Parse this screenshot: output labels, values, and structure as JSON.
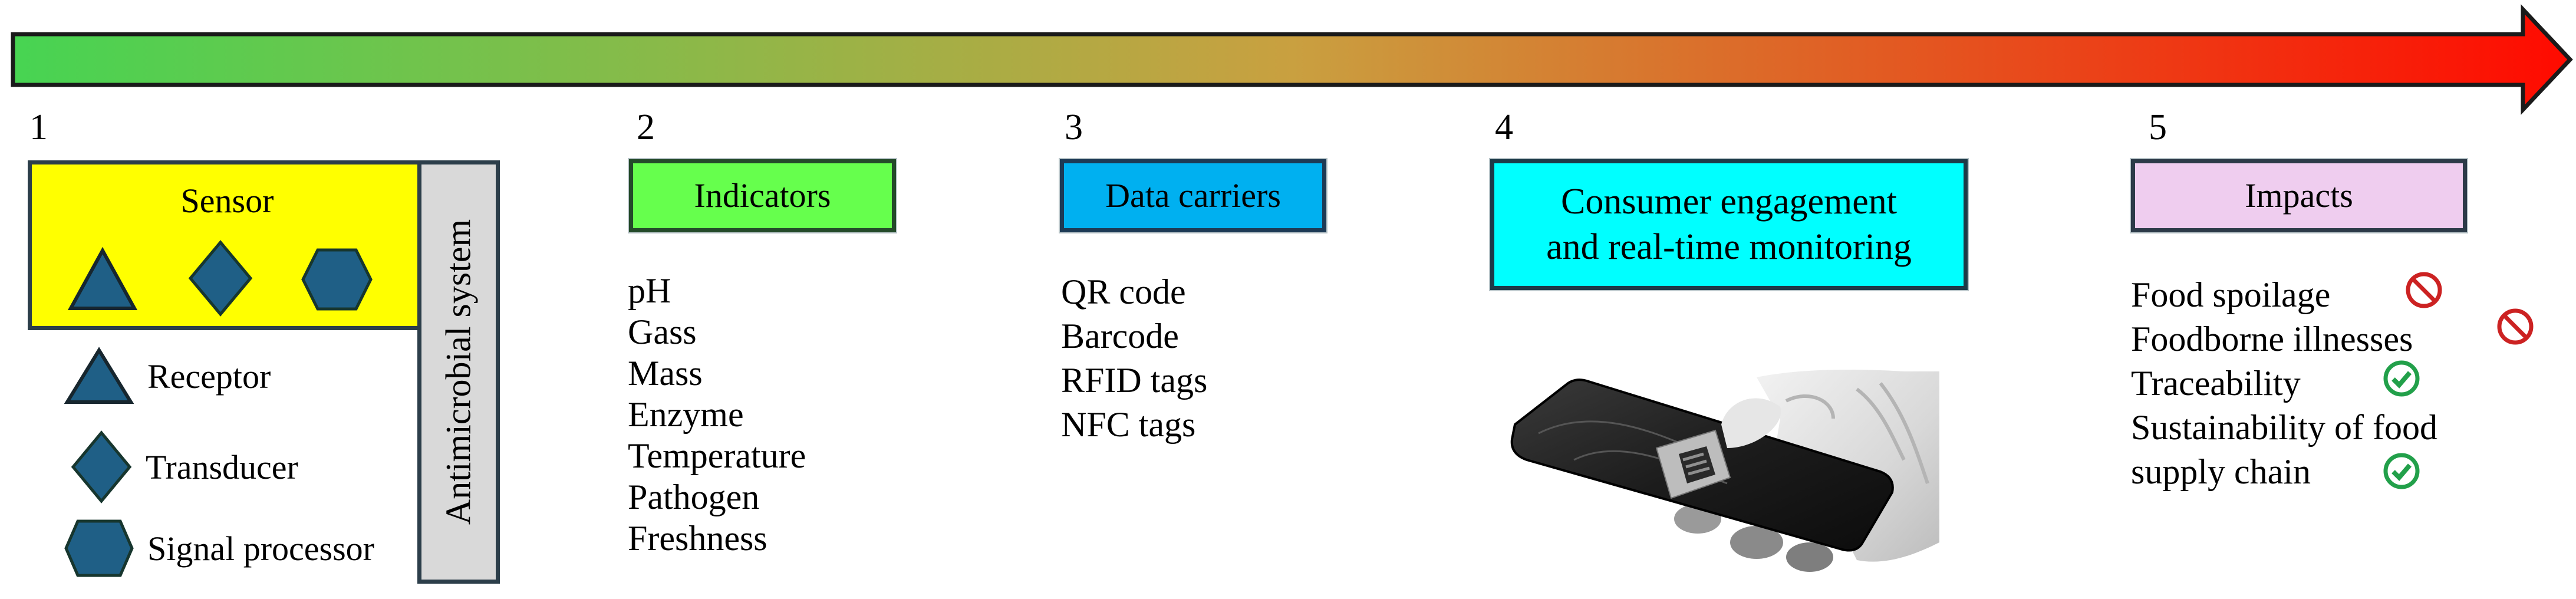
{
  "colors": {
    "arrow_start": "#47d452",
    "arrow_mid": "#c9a040",
    "arrow_end": "#ff0a00",
    "sensor_fill": "#ffff00",
    "shape_fill": "#1f5f86",
    "antimicrobial_fill": "#d9d9d9",
    "indicators_fill": "#66ff4d",
    "data_carriers_fill": "#00b0f0",
    "consumer_fill": "#00ffff",
    "impacts_fill": "#efcdef",
    "negative_icon": "#cc2222",
    "positive_icon": "#22a04a"
  },
  "timeline_arrow": {
    "icon": "gradient-arrow-right"
  },
  "stages": [
    {
      "number": "1",
      "title": "Sensor",
      "side_label": "Antimicrobial system",
      "sensor_shapes": [
        "triangle",
        "diamond",
        "hexagon"
      ],
      "legend": [
        {
          "shape": "triangle",
          "label": "Receptor"
        },
        {
          "shape": "diamond",
          "label": "Transducer"
        },
        {
          "shape": "hexagon",
          "label": "Signal processor"
        }
      ]
    },
    {
      "number": "2",
      "title": "Indicators",
      "items": [
        "pH",
        "Gass",
        "Mass",
        "Enzyme",
        "Temperature",
        "Pathogen",
        "Freshness"
      ]
    },
    {
      "number": "3",
      "title": "Data carriers",
      "items": [
        "QR code",
        "Barcode",
        "RFID tags",
        "NFC tags"
      ]
    },
    {
      "number": "4",
      "title_line1": "Consumer engagement",
      "title_line2": "and real-time monitoring",
      "image": "hand-scanning-qr-code-with-smartphone"
    },
    {
      "number": "5",
      "title": "Impacts",
      "items": [
        {
          "label": "Food spoilage",
          "status": "prohibited"
        },
        {
          "label": "Foodborne illnesses",
          "status": "prohibited"
        },
        {
          "label": "Traceability",
          "status": "check"
        },
        {
          "label": "Sustainability of food",
          "status": ""
        },
        {
          "label": "supply chain",
          "status": "check"
        }
      ]
    }
  ]
}
